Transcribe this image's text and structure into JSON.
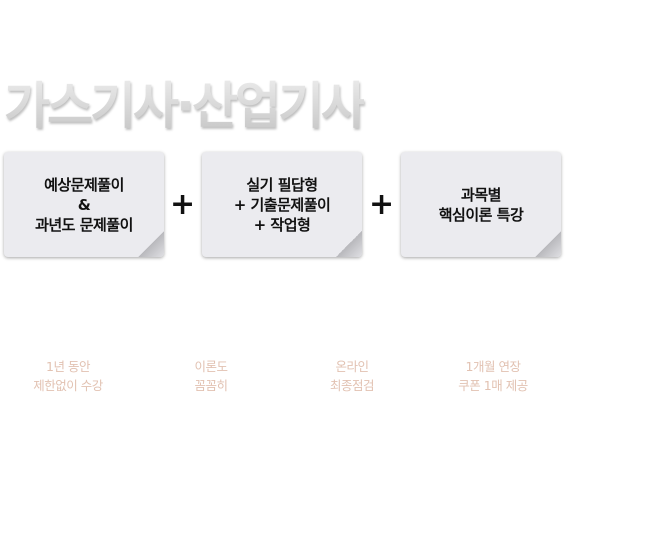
{
  "title": "가스기사·산업기사",
  "boxes": [
    {
      "lines": [
        "예상문제풀이",
        "&",
        "과년도 문제풀이"
      ]
    },
    {
      "lines": [
        "실기 필답형",
        "+ 기출문제풀이",
        "+ 작업형"
      ]
    },
    {
      "lines": [
        "과목별",
        "핵심이론 특강"
      ]
    }
  ],
  "plus": "+",
  "features": [
    {
      "lines": [
        "1년 동안",
        "제한없이 수강"
      ]
    },
    {
      "lines": [
        "이론도",
        "꼼꼼히"
      ]
    },
    {
      "lines": [
        "온라인",
        "최종점검"
      ]
    },
    {
      "lines": [
        "1개월 연장",
        "쿠폰 1매 제공"
      ]
    }
  ]
}
